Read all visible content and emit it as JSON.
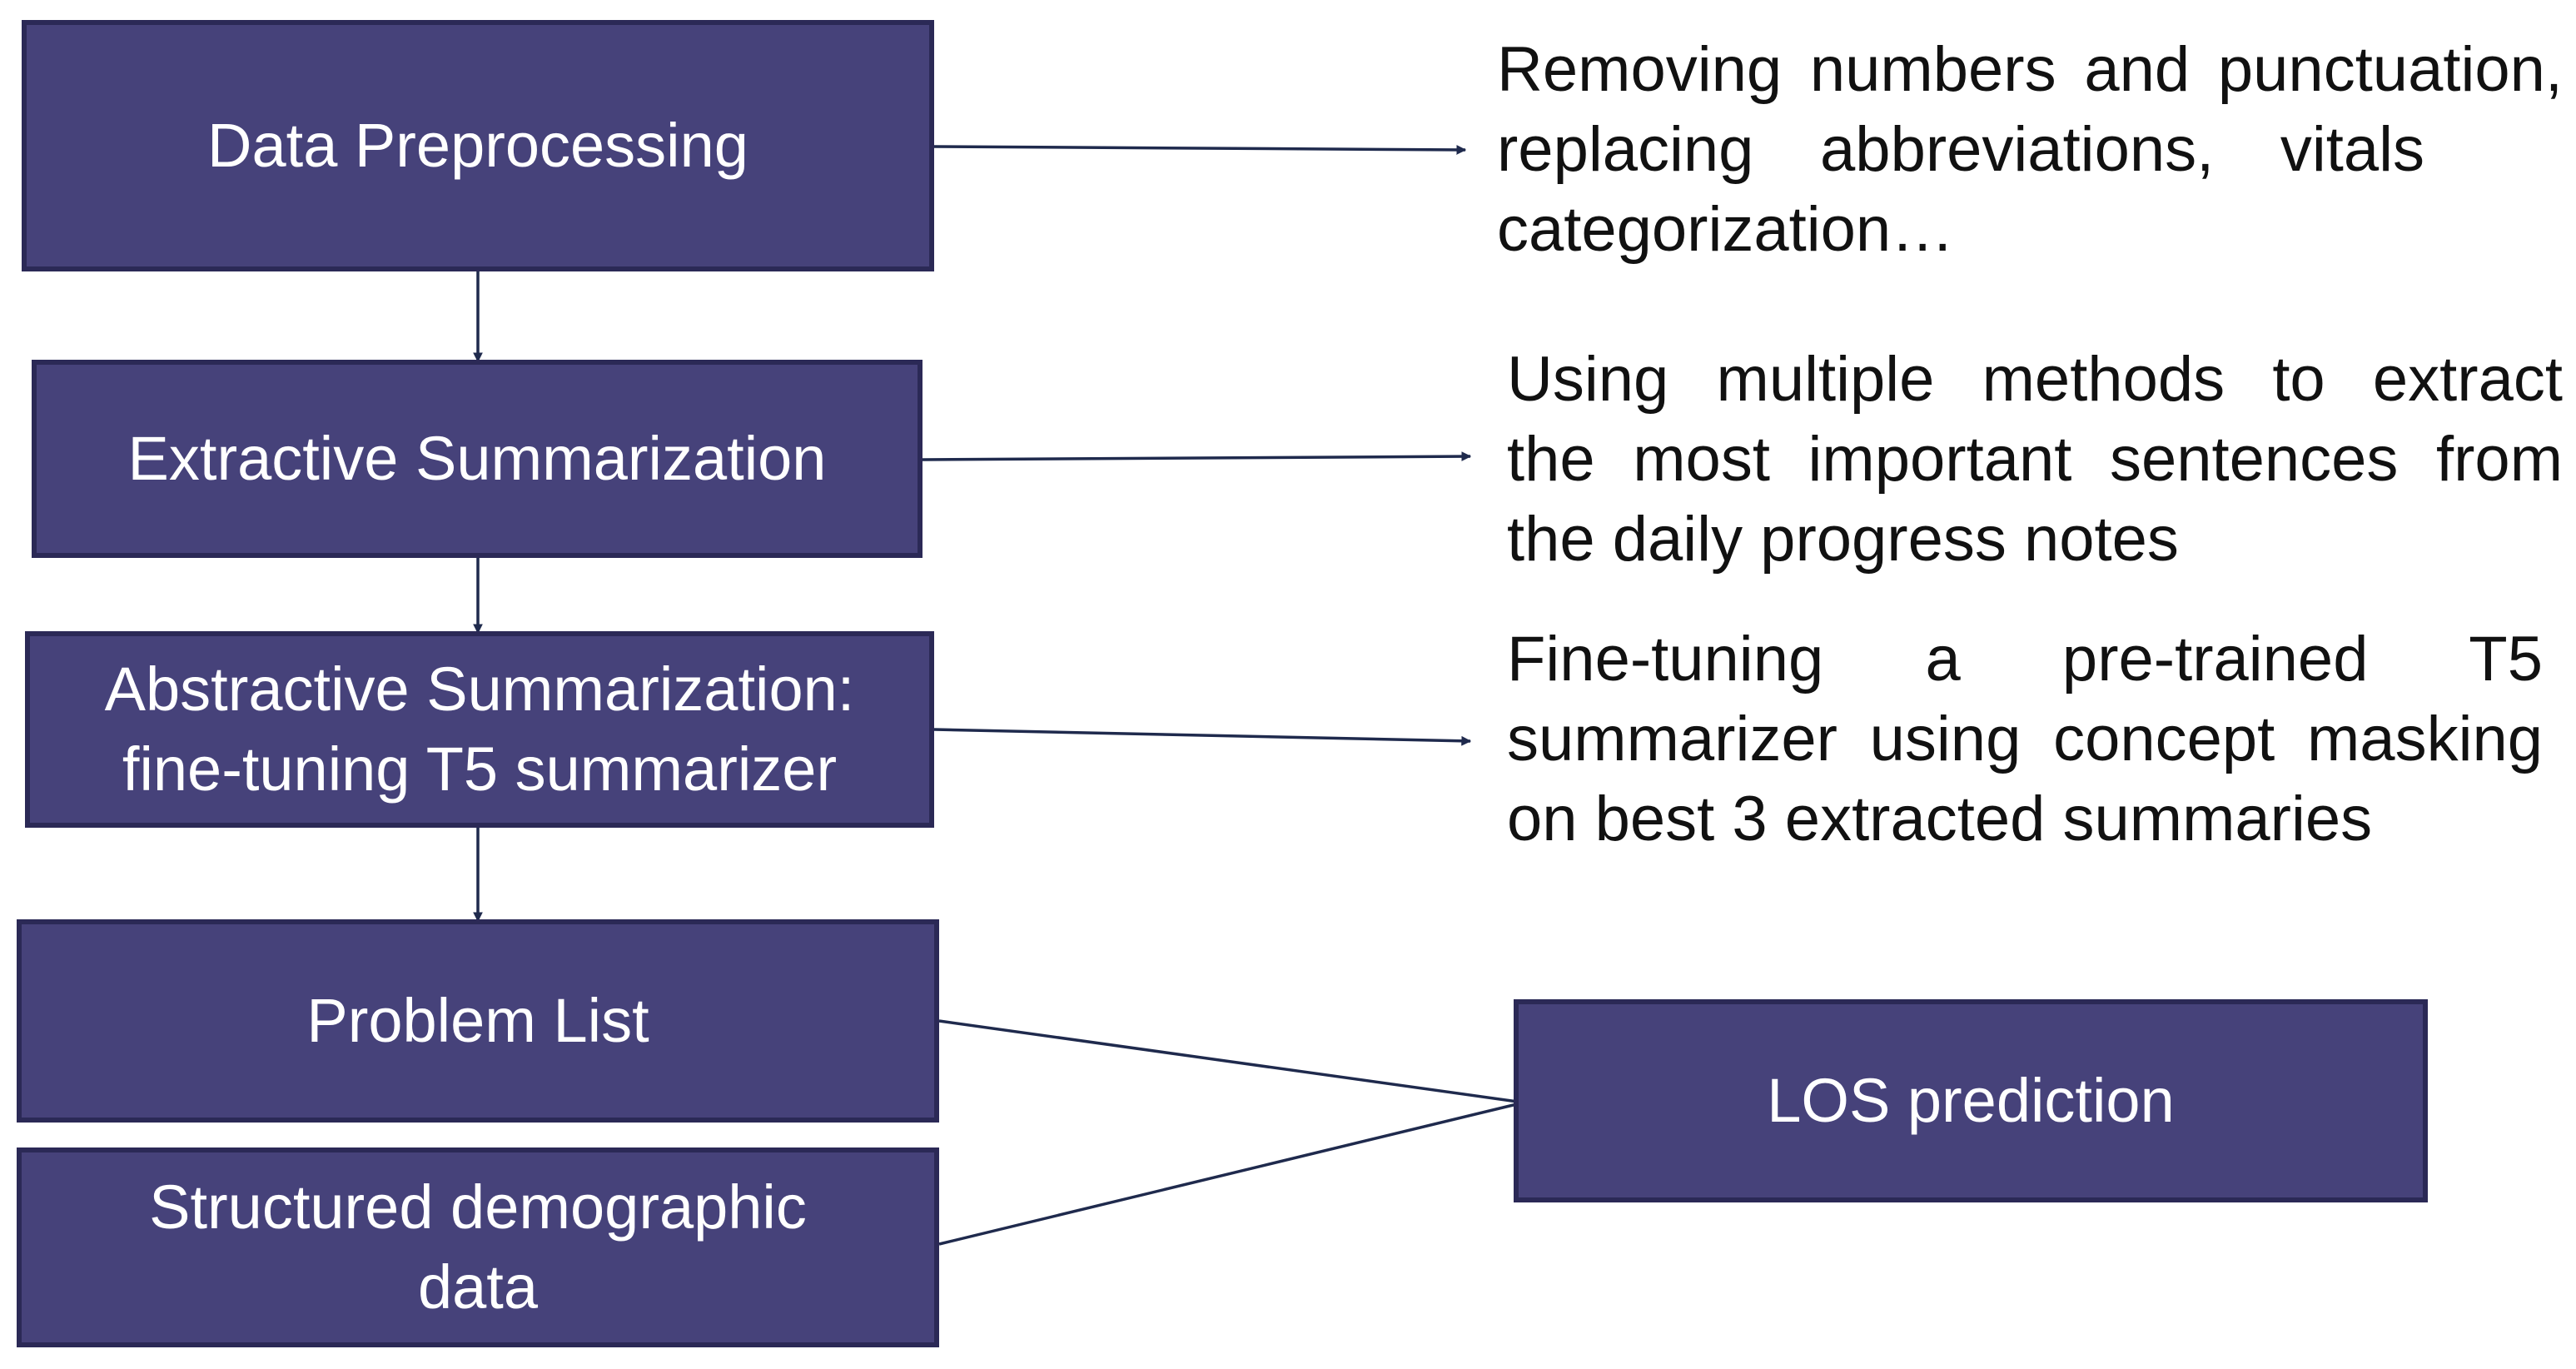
{
  "diagram": {
    "colors": {
      "box_fill": "#46427a",
      "box_border": "#2b2956",
      "box_text": "#ffffff",
      "arrow": "#1f2a4d",
      "note_text": "#111111"
    },
    "boxes": {
      "preprocessing": {
        "lines": [
          "Data Preprocessing"
        ]
      },
      "extractive": {
        "lines": [
          "Extractive Summarization"
        ]
      },
      "abstractive": {
        "lines": [
          "Abstractive Summarization:",
          "fine-tuning T5 summarizer"
        ]
      },
      "problem_list": {
        "lines": [
          "Problem List"
        ]
      },
      "demographic": {
        "lines": [
          "Structured demographic",
          "data"
        ]
      },
      "los": {
        "lines": [
          "LOS prediction"
        ]
      }
    },
    "notes": {
      "preprocessing": {
        "lines": [
          "Removing numbers and punctuation,",
          "replacing abbreviations, vitals",
          "categorization…"
        ]
      },
      "extractive": {
        "lines": [
          "Using multiple methods to extract",
          "the most important sentences from",
          "the daily progress notes"
        ]
      },
      "abstractive": {
        "lines": [
          "Fine-tuning a pre-trained T5",
          "summarizer using concept masking",
          "on best 3 extracted summaries"
        ]
      }
    }
  }
}
